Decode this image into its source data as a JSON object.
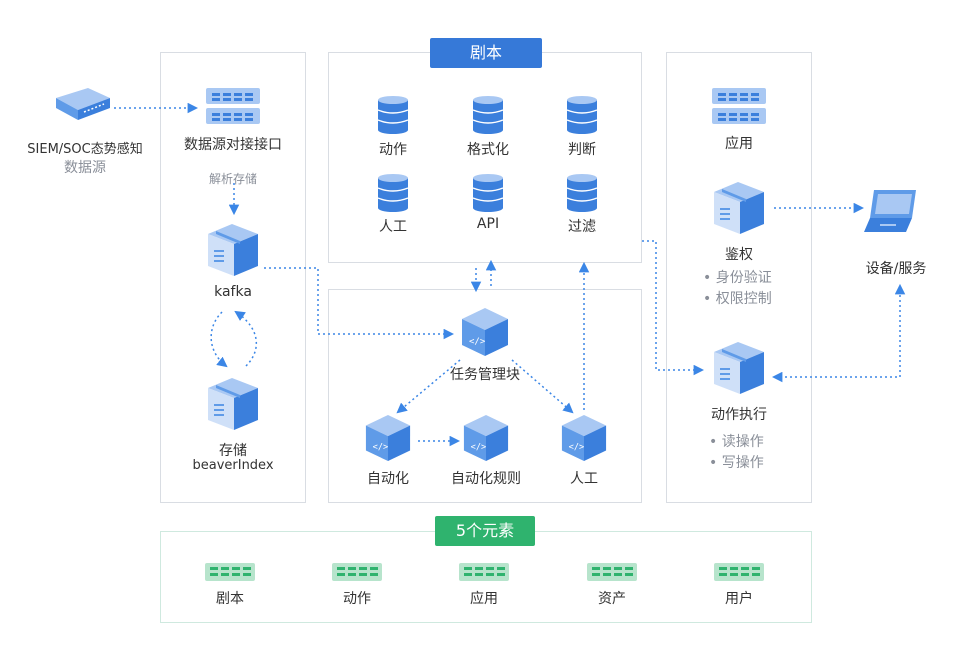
{
  "source": {
    "line1": "SIEM/SOC态势感知",
    "line2": "数据源"
  },
  "left_panel": {
    "interface_label": "数据源对接接口",
    "parse_label": "解析存储",
    "kafka_label": "kafka",
    "storage_label": "存储",
    "storage_sub": "beaverIndex"
  },
  "playbook": {
    "title": "剧本",
    "items": [
      "动作",
      "格式化",
      "判断",
      "人工",
      "API",
      "过滤"
    ]
  },
  "task": {
    "manager": "任务管理块",
    "auto": "自动化",
    "rule": "自动化规则",
    "manual": "人工"
  },
  "right_panel": {
    "app": "应用",
    "auth": "鉴权",
    "auth_items": [
      "• 身份验证",
      "• 权限控制"
    ],
    "exec": "动作执行",
    "exec_items": [
      "• 读操作",
      "• 写操作"
    ]
  },
  "device": "设备/服务",
  "elements": {
    "title": "5个元素",
    "items": [
      "剧本",
      "动作",
      "应用",
      "资产",
      "用户"
    ]
  },
  "colors": {
    "blue": "#3679d8",
    "green": "#2fb36e",
    "arrow": "#3b86e6",
    "icon_light": "#a9c8f3",
    "icon_mid": "#5f9be8"
  }
}
